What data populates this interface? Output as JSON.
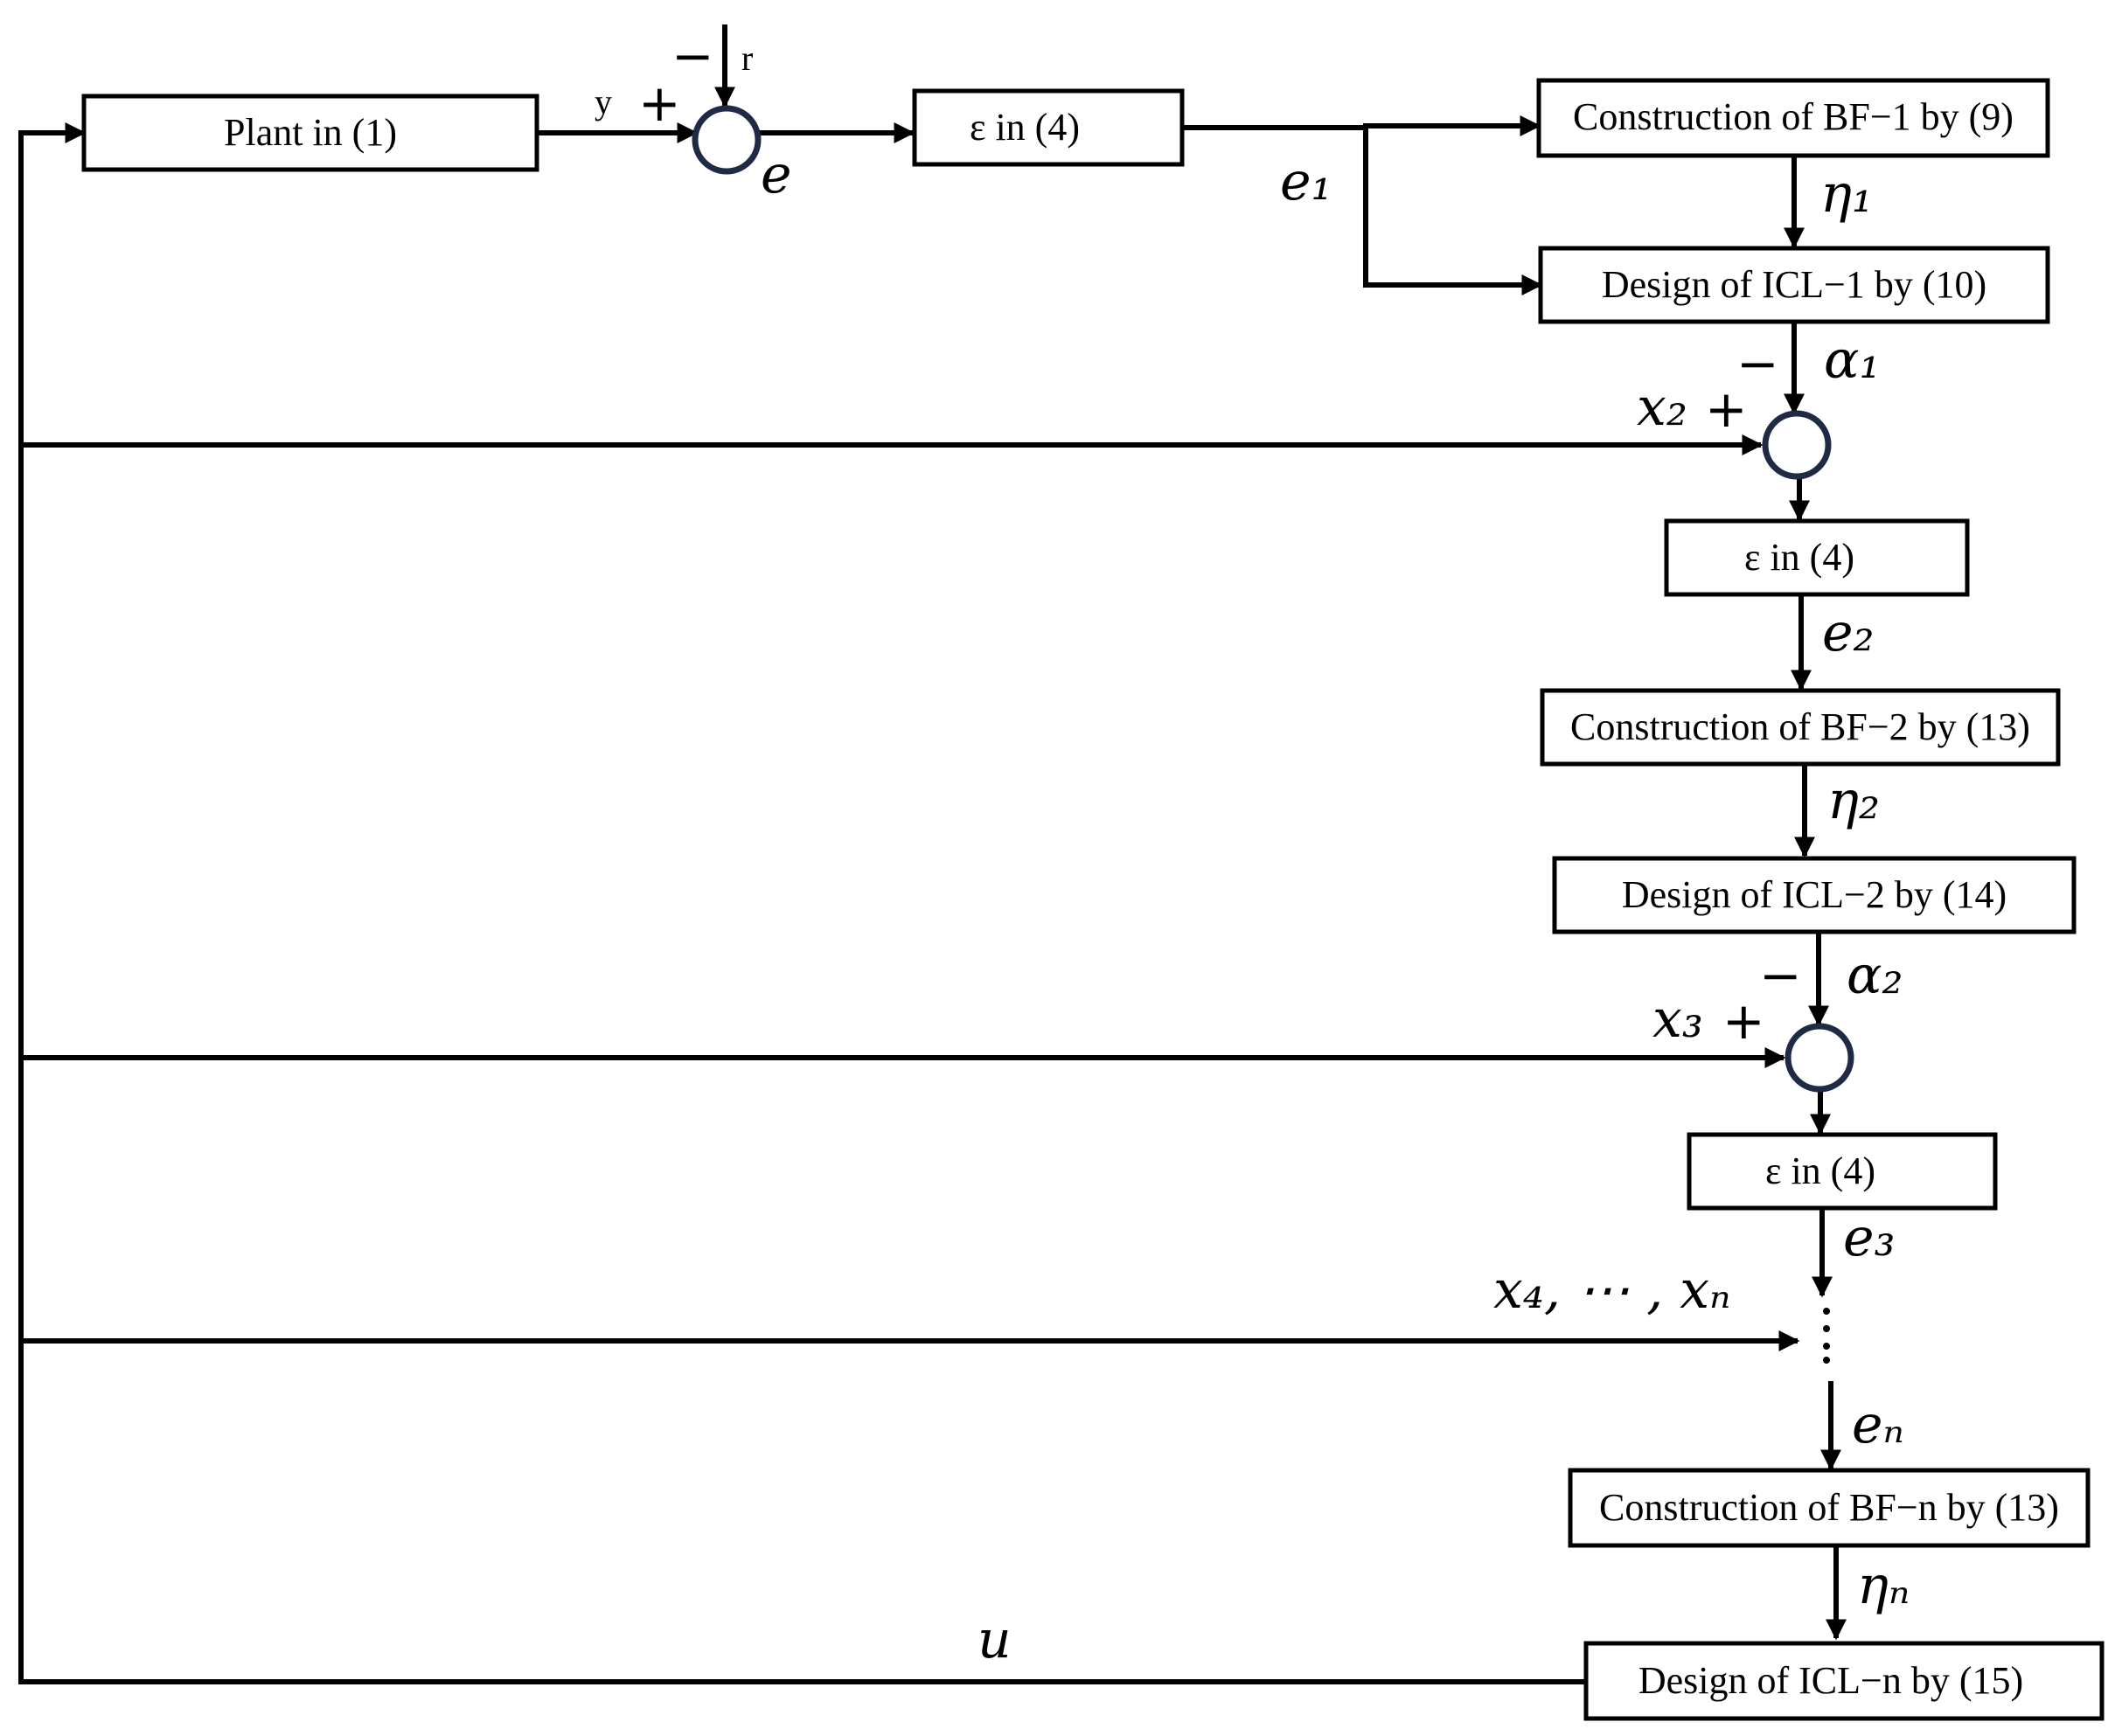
{
  "blocks": {
    "plant": "Plant in (1)",
    "eps1": "ε  in (4)",
    "bf1": "Construction of BF−1 by (9)",
    "icl1": "Design of ICL−1 by (10)",
    "eps2": "ε in (4)",
    "bf2": "Construction of BF−2 by (13)",
    "icl2": "Design of  ICL−2 by (14)",
    "eps3": "ε in (4)",
    "bfn": "Construction of BF−n by (13)",
    "icln": "Design of  ICL−n by (15)"
  },
  "signals": {
    "y": "y",
    "r": "r",
    "e": "e",
    "e1": "e₁",
    "eta1": "η₁",
    "alpha1": "α₁",
    "x2": "x₂",
    "e2": "e₂",
    "eta2": "η₂",
    "alpha2": "α₂",
    "x3": "x₃",
    "e3": "e₃",
    "x4n": "x₄, ⋯ , xₙ",
    "en": "eₙ",
    "etan": "ηₙ",
    "u": "u"
  },
  "signs": {
    "plus": "+",
    "minus": "−"
  }
}
